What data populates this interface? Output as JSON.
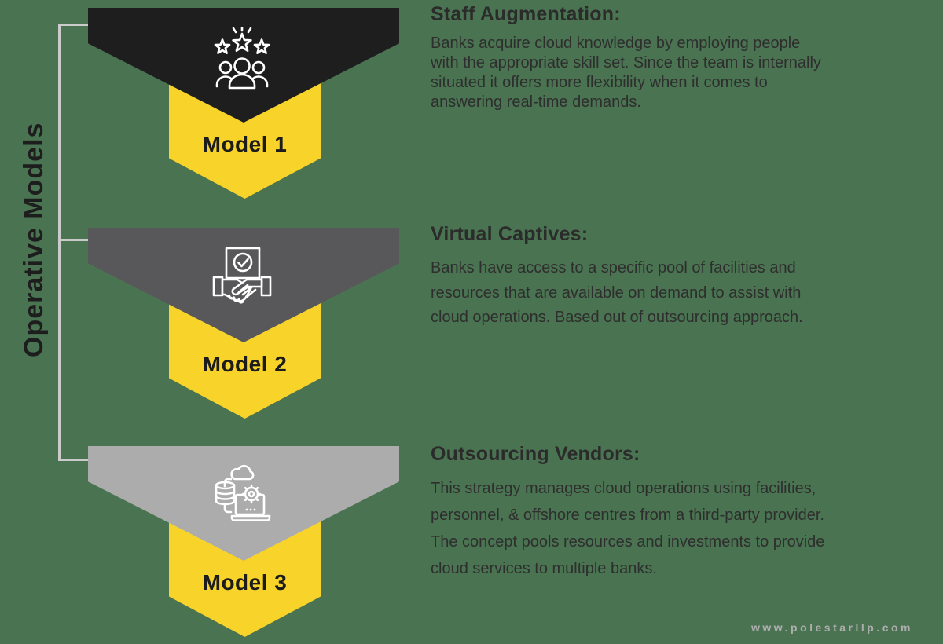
{
  "page": {
    "background_color": "#4A7351",
    "vertical_title": "Operative Models",
    "footer_url": "www.polestarllp.com"
  },
  "colors": {
    "chevron_yellow": "#F8D32A",
    "model_1_banner": "#1E1E1E",
    "model_2_banner": "#58585A",
    "model_3_banner": "#ACACAC",
    "connector_gray": "#CBCBCB",
    "footer_gray": "#ADADAD",
    "text_dark": "#2e2e2e"
  },
  "models": [
    {
      "label": "Model 1",
      "icon": "team-rating-stars-icon",
      "heading": "Staff Augmentation:",
      "body_lines": [
        "Banks acquire cloud knowledge by employing people",
        "with the appropriate skill set. Since the team is internally",
        "situated it offers more flexibility when it comes to",
        "answering real-time demands."
      ]
    },
    {
      "label": "Model 2",
      "icon": "handshake-certificate-icon",
      "heading": "Virtual Captives:",
      "body_lines": [
        "Banks have access to a specific pool of facilities and",
        "resources that are available on demand to assist with",
        "cloud operations. Based out of outsourcing approach."
      ]
    },
    {
      "label": "Model 3",
      "icon": "cloud-database-laptop-icon",
      "heading": "Outsourcing Vendors:",
      "body_lines": [
        "This strategy manages cloud operations using facilities,",
        "personnel, & offshore centres from a third-party provider.",
        "The concept pools resources and investments to provide",
        "cloud services to multiple banks."
      ]
    }
  ]
}
